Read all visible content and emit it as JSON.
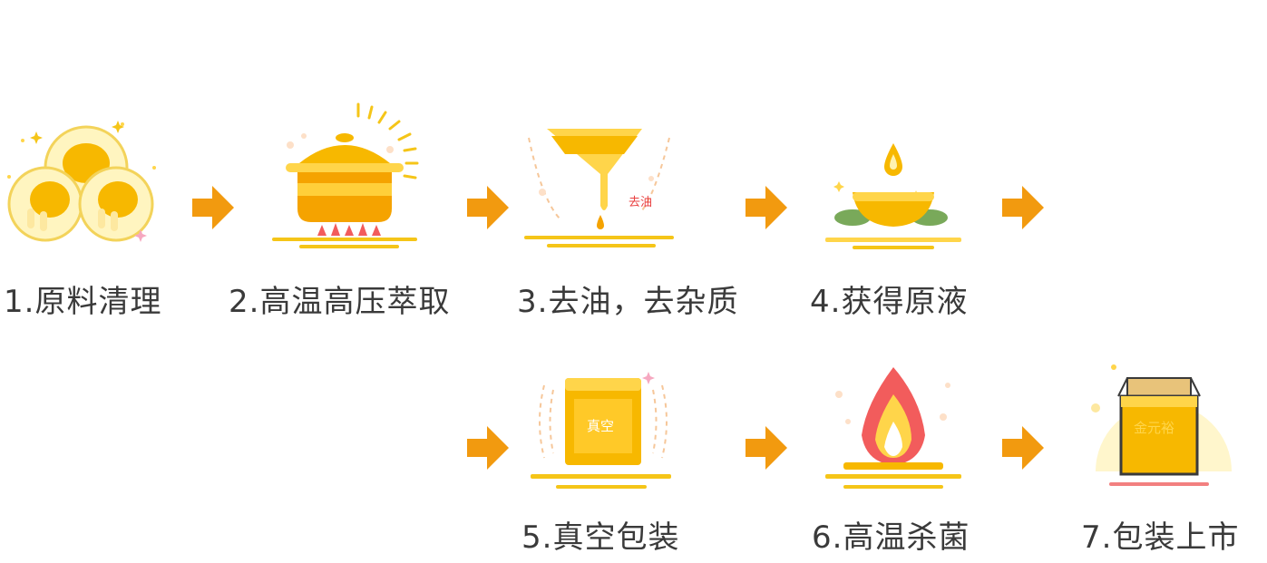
{
  "steps": [
    {
      "label": "1.原料清理",
      "icon": "chicken-icon"
    },
    {
      "label": "2.高温高压萃取",
      "icon": "pot-icon"
    },
    {
      "label": "3.去油，去杂质",
      "icon": "funnel-icon",
      "tag": "去油"
    },
    {
      "label": "4.获得原液",
      "icon": "bowl-icon"
    },
    {
      "label": "5.真空包装",
      "icon": "vacuum-bag-icon",
      "tag": "真空"
    },
    {
      "label": "6.高温杀菌",
      "icon": "flame-icon"
    },
    {
      "label": "7.包装上市",
      "icon": "package-icon",
      "tag": "金元裕"
    }
  ],
  "colors": {
    "accent": "#f5b400",
    "arrow": "#f29a0f",
    "light": "#ffd54a",
    "red": "#e94040",
    "text": "#3a3a3a"
  }
}
